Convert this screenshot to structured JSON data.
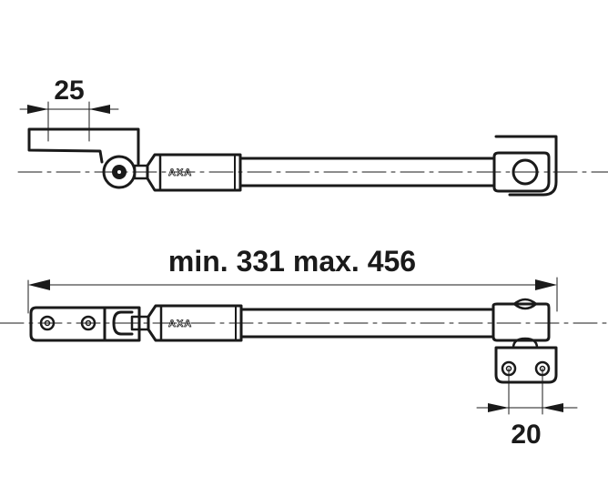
{
  "drawing": {
    "top_view": {
      "dimension_label": "25",
      "brand_label": "AXA"
    },
    "bottom_view": {
      "length_label": "min. 331 max. 456",
      "brand_label": "AXA",
      "hole_spacing_label": "20"
    },
    "colors": {
      "line": "#1a1a1a",
      "background": "#ffffff"
    }
  }
}
